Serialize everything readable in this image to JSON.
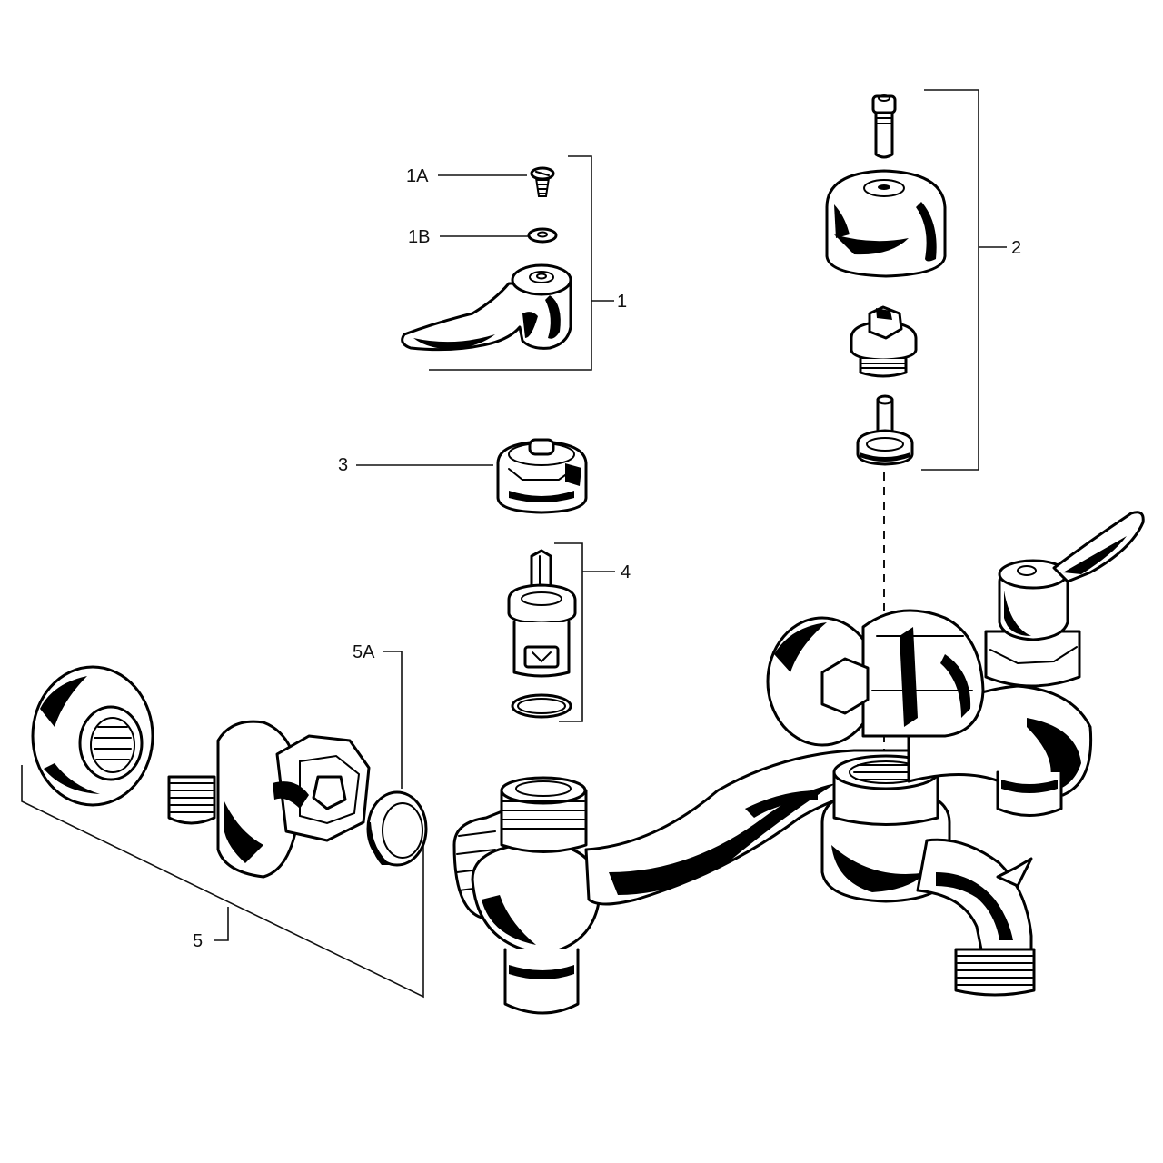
{
  "callouts": {
    "c1": "1",
    "c1a": "1A",
    "c1b": "1B",
    "c2": "2",
    "c3": "3",
    "c4": "4",
    "c5": "5",
    "c5a": "5A"
  }
}
